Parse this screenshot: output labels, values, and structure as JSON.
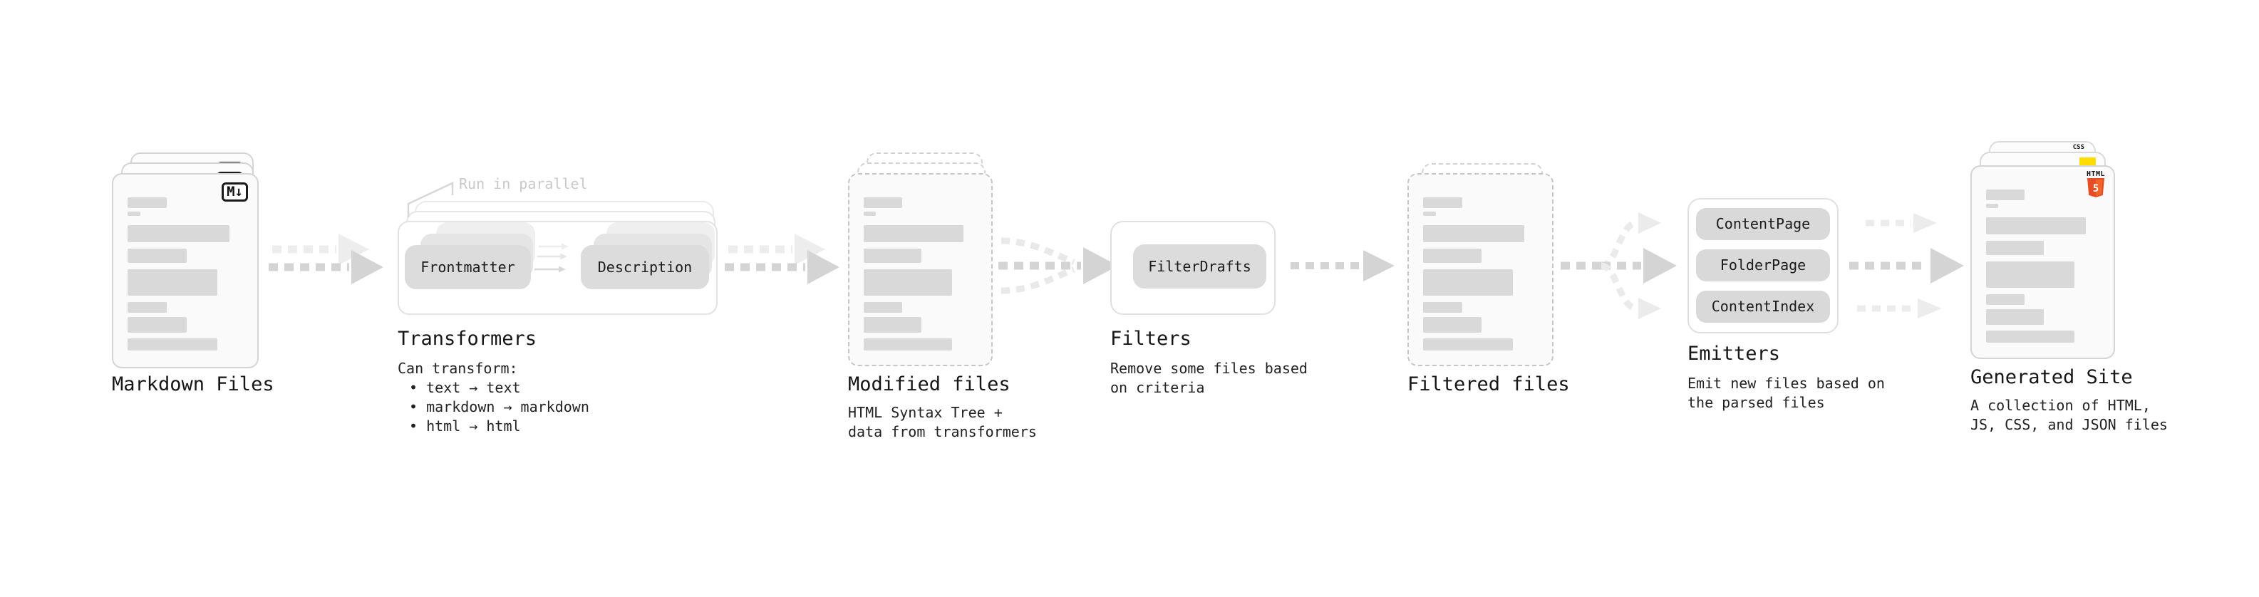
{
  "colors": {
    "accent_html5_orange": "#e44d26",
    "accent_html5_orange_light": "#f16529",
    "accent_js_yellow": "#ffdd00",
    "accent_css_blue": "#2965f1"
  },
  "stages": {
    "markdown": {
      "title": "Markdown Files",
      "badge": "M↓"
    },
    "transformers": {
      "title": "Transformers",
      "note": "Run in parallel",
      "pill_left": "Frontmatter",
      "pill_right": "Description",
      "caption_heading": "Can transform:",
      "bullets": [
        "• text → text",
        "• markdown → markdown",
        "• html → html"
      ]
    },
    "modified": {
      "title": "Modified files",
      "caption": "HTML Syntax Tree +\ndata from transformers"
    },
    "filters": {
      "title": "Filters",
      "pill": "FilterDrafts",
      "caption": "Remove some files based\non criteria"
    },
    "filtered": {
      "title": "Filtered files"
    },
    "emitters": {
      "title": "Emitters",
      "pills": [
        "ContentPage",
        "FolderPage",
        "ContentIndex"
      ],
      "caption": "Emit new files based on\nthe parsed files"
    },
    "generated": {
      "title": "Generated Site",
      "caption": "A collection of HTML,\nJS, CSS, and JSON files",
      "badges": {
        "css_label": "CSS",
        "html_label": "HTML",
        "html5_number": "5"
      }
    }
  }
}
